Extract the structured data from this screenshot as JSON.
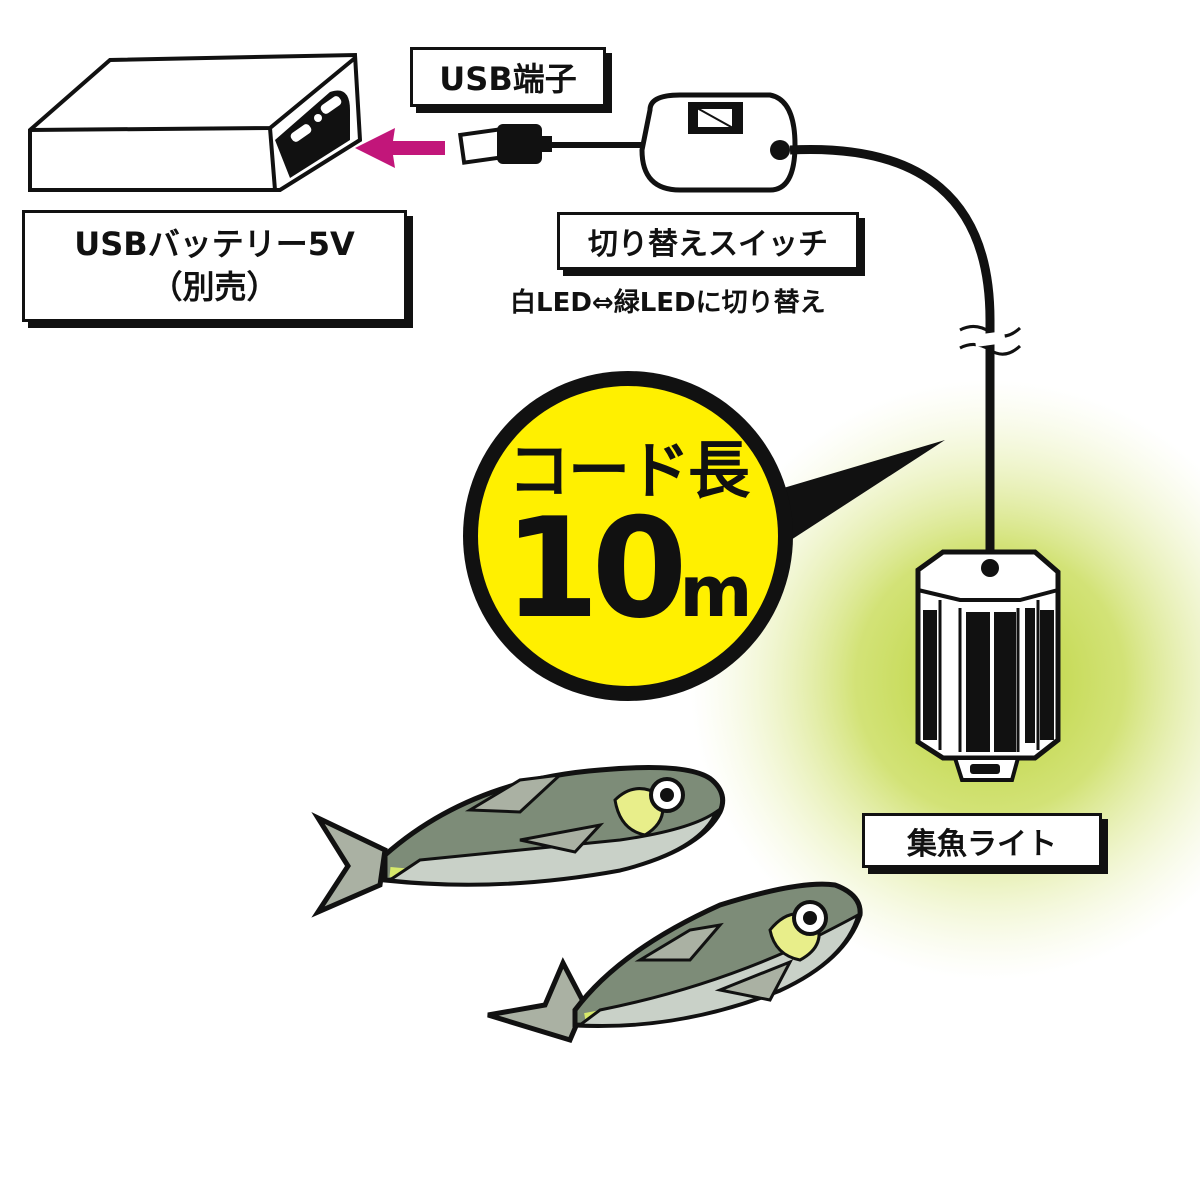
{
  "labels": {
    "usb_terminal": "USB端子",
    "battery_line1": "USBバッテリー5V",
    "battery_line2": "（別売）",
    "switch": "切り替えスイッチ",
    "switch_desc": "白LED⇔緑LEDに切り替え",
    "cord_title": "コード長",
    "cord_number": "10",
    "cord_unit": "m",
    "fish_light": "集魚ライト"
  },
  "colors": {
    "arrow": "#c2167a",
    "badge": "#fff000",
    "glow": "#b5cf2a",
    "fish_body": "#7d8c78",
    "fish_belly": "#c9d1c8",
    "fish_stripe": "#d6e86a"
  }
}
